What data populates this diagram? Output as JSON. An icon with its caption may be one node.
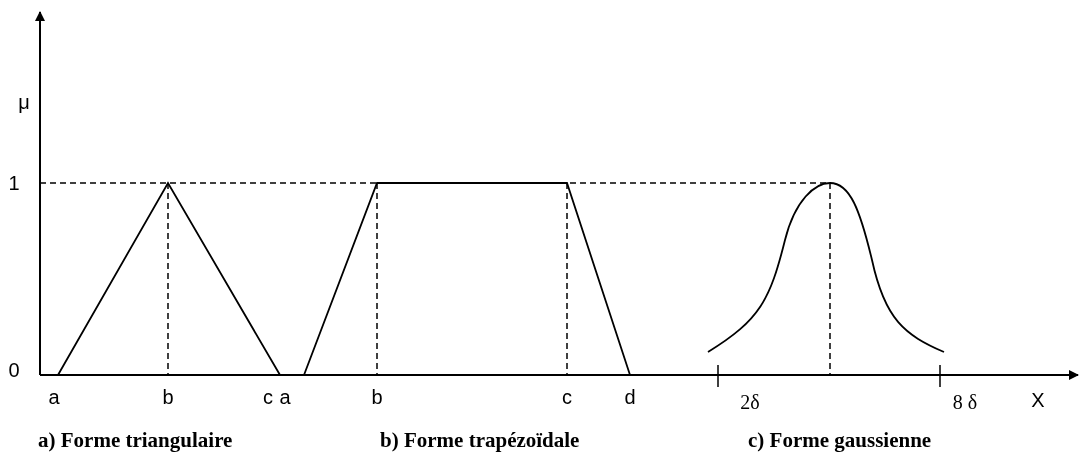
{
  "diagram": {
    "labels": [
      "μ",
      "1",
      "0",
      "a",
      "b",
      "c",
      "a",
      "b",
      "c",
      "d",
      "2δ",
      "8 δ",
      "X",
      "a) Forme triangulaire",
      "b) Forme trapézoïdale",
      "c) Forme gaussienne"
    ]
  }
}
